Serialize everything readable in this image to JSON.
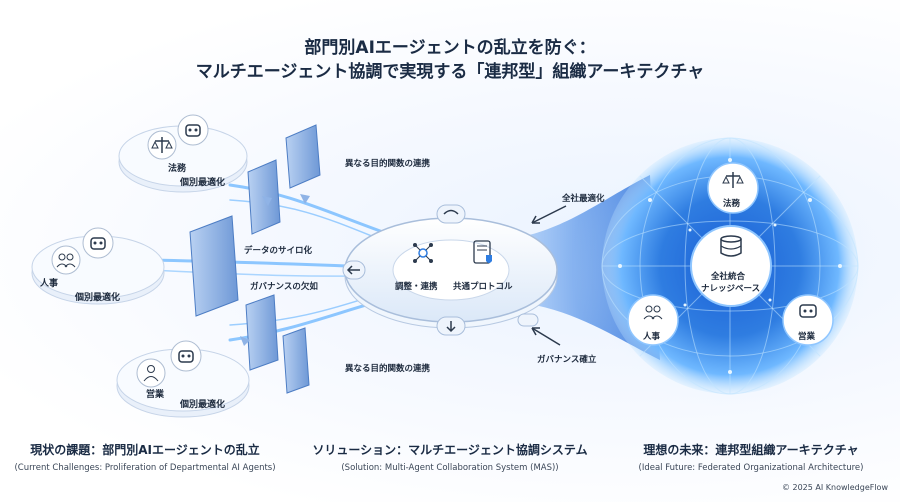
{
  "title": {
    "line1": "部門別AIエージェントの乱立を防ぐ：",
    "line2": "マルチエージェント協調で実現する「連邦型」組織アーキテクチャ"
  },
  "left": {
    "departments": [
      {
        "name": "法務",
        "status": "個別最適化",
        "icons": [
          "scale-icon",
          "robot-icon"
        ]
      },
      {
        "name": "人事",
        "status": "個別最適化",
        "icons": [
          "people-icon",
          "robot-icon"
        ]
      },
      {
        "name": "営業",
        "status": "個別最適化",
        "icons": [
          "person-icon",
          "robot-icon"
        ]
      }
    ],
    "labels": {
      "top_link": "異なる目的関数の連携",
      "silo": "データのサイロ化",
      "governance_gap": "ガバナンスの欠如",
      "bottom_link": "異なる目的関数の連携"
    }
  },
  "center": {
    "items": [
      "調整・連携",
      "共通プロトコル"
    ],
    "icons": [
      "network-icon",
      "protocol-icon",
      "sync-icon"
    ]
  },
  "right": {
    "labels": {
      "optimization": "全社最適化",
      "governance": "ガバナンス確立"
    },
    "core": {
      "line1": "全社統合",
      "line2": "ナレッジベース",
      "icon": "database-icon"
    },
    "nodes": [
      {
        "name": "法務",
        "icon": "scale-icon"
      },
      {
        "name": "人事",
        "icon": "people-icon"
      },
      {
        "name": "営業",
        "icon": "robot-icon"
      }
    ]
  },
  "footer": {
    "left": {
      "main": "現状の課題：部門別AIエージェントの乱立",
      "sub": "(Current Challenges: Proliferation of Departmental AI Agents)"
    },
    "center": {
      "main": "ソリューション：マルチエージェント協調システム",
      "sub": "(Solution: Multi-Agent Collaboration System (MAS))"
    },
    "right": {
      "main": "理想の未来：連邦型組織アーキテクチャ",
      "sub": "(Ideal Future: Federated Organizational Architecture)"
    }
  },
  "copyright": "© 2025 AI KnowledgeFlow",
  "colors": {
    "accent": "#2f7de1",
    "glow": "#7cc4ff",
    "wall": "#8fb3e6",
    "text": "#1a2b44"
  }
}
